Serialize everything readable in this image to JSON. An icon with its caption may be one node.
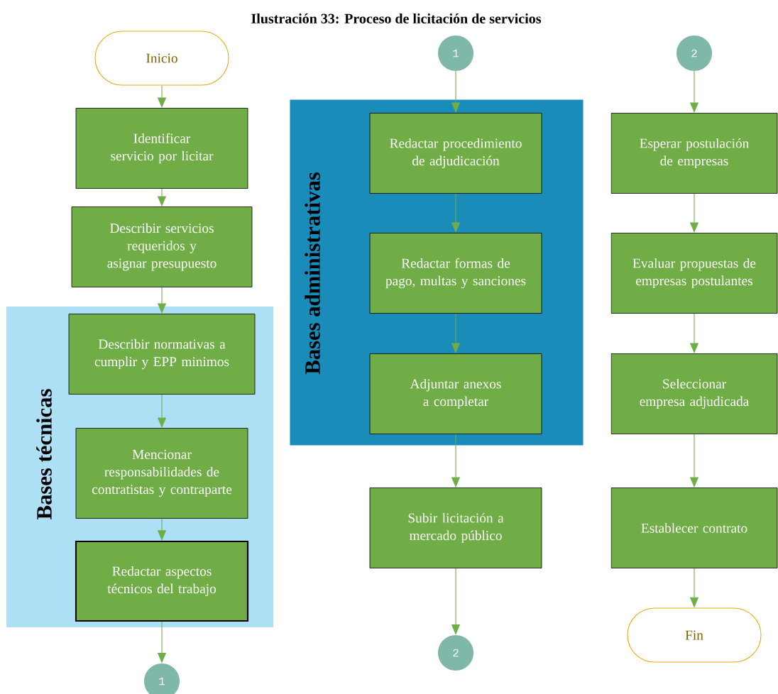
{
  "diagram": {
    "title": "Ilustración 33: Proceso de licitación de servicios",
    "nodes": [
      {
        "text": [
          "Inicio"
        ]
      },
      {
        "text": [
          "Identificar servicio por licitar"
        ]
      },
      {
        "text": [
          "Describir servicios requeridos y asignar presupuesto"
        ]
      },
      {
        "text": [
          "Bases técnicas"
        ]
      },
      {
        "text": [
          "Describir normativas a cumplir y EPP minimos"
        ],
        "in": 3
      },
      {
        "text": [
          "Mencionar responsabilidades de contratistas y contraparte"
        ],
        "in": 3
      },
      {
        "text": [
          "Redactar aspectos técnicos del trabajo"
        ],
        "in": 3
      },
      {
        "text": [
          "1"
        ]
      },
      {
        "text": [
          "1"
        ]
      },
      {
        "text": [
          "Bases administrativas"
        ]
      },
      {
        "text": [
          "Redactar procedimiento de adjudicación"
        ],
        "in": 9
      },
      {
        "text": [
          "Redactar formas de pago, multas y sanciones"
        ],
        "in": 9
      },
      {
        "text": [
          "Adjuntar anexos a completar"
        ],
        "in": 9
      },
      {
        "text": [
          "Subir licitación a mercado público"
        ]
      },
      {
        "text": [
          "2"
        ]
      },
      {
        "text": [
          "2"
        ]
      },
      {
        "text": [
          "Esperar postulación de empresas"
        ]
      },
      {
        "text": [
          "Evaluar propuestas de empresas postulantes"
        ]
      },
      {
        "text": [
          "Seleccionar empresa adjudicada"
        ]
      },
      {
        "text": [
          "Establecer contrato"
        ]
      },
      {
        "text": [
          "Fin"
        ]
      }
    ],
    "edges": [
      {
        "from": 0,
        "to": 1,
        "arrow": "to"
      },
      {
        "from": 1,
        "to": 2,
        "arrow": "to"
      },
      {
        "from": 2,
        "to": 4,
        "arrow": "to"
      },
      {
        "from": 4,
        "to": 5,
        "arrow": "to"
      },
      {
        "from": 5,
        "to": 6,
        "arrow": "to"
      },
      {
        "from": 6,
        "to": 7,
        "arrow": "to"
      },
      {
        "from": 8,
        "to": 10,
        "arrow": "to"
      },
      {
        "from": 10,
        "to": 11,
        "arrow": "to"
      },
      {
        "from": 11,
        "to": 12,
        "arrow": "to"
      },
      {
        "from": 12,
        "to": 13,
        "arrow": "to"
      },
      {
        "from": 13,
        "to": 14,
        "arrow": "to"
      },
      {
        "from": 15,
        "to": 16,
        "arrow": "to"
      },
      {
        "from": 16,
        "to": 17,
        "arrow": "to"
      },
      {
        "from": 17,
        "to": 18,
        "arrow": "to"
      },
      {
        "from": 18,
        "to": 19,
        "arrow": "to"
      },
      {
        "from": 19,
        "to": 20,
        "arrow": "to"
      }
    ]
  }
}
